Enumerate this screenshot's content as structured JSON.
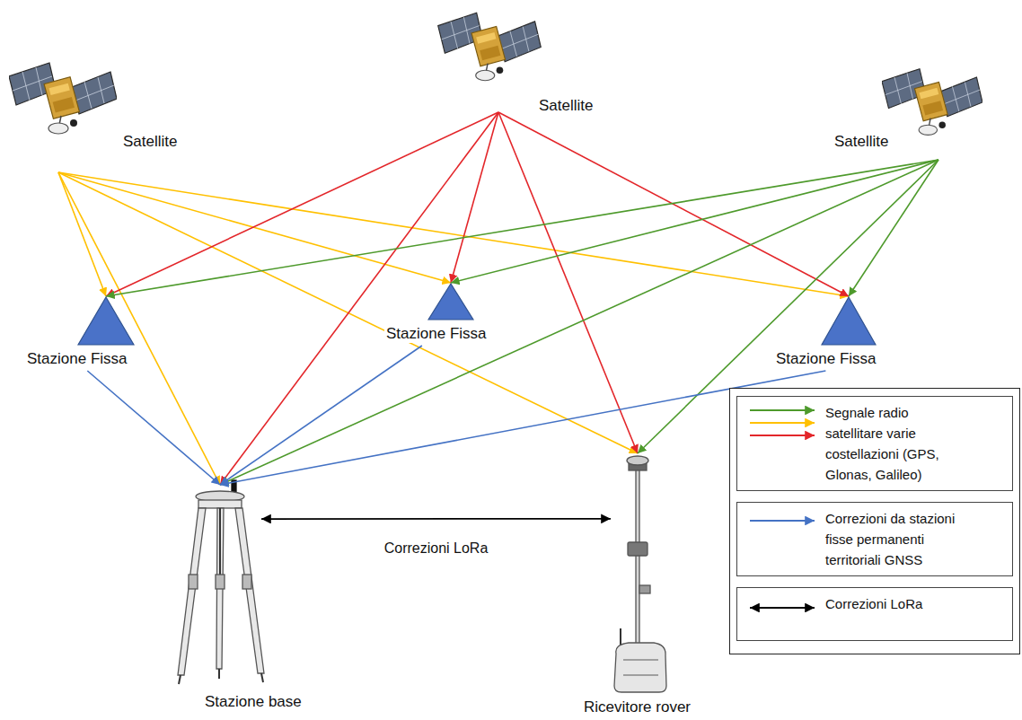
{
  "diagram": {
    "nodes": [
      {
        "text": [
          "Satellite"
        ]
      },
      {
        "text": [
          "Satellite"
        ]
      },
      {
        "text": [
          "Satellite"
        ]
      },
      {
        "text": [
          "Stazione Fissa"
        ]
      },
      {
        "text": [
          "Stazione Fissa"
        ]
      },
      {
        "text": [
          "Stazione Fissa"
        ]
      },
      {
        "text": [
          "Stazione base"
        ]
      },
      {
        "text": [
          "Ricevitore rover"
        ]
      }
    ],
    "edges": [
      {
        "from": 0,
        "to": 3,
        "arrow": "to"
      },
      {
        "from": 0,
        "to": 4,
        "arrow": "to"
      },
      {
        "from": 0,
        "to": 5,
        "arrow": "to"
      },
      {
        "from": 0,
        "to": 6,
        "arrow": "to"
      },
      {
        "from": 0,
        "to": 7,
        "arrow": "to"
      },
      {
        "from": 1,
        "to": 3,
        "arrow": "to"
      },
      {
        "from": 1,
        "to": 4,
        "arrow": "to"
      },
      {
        "from": 1,
        "to": 5,
        "arrow": "to"
      },
      {
        "from": 1,
        "to": 6,
        "arrow": "to"
      },
      {
        "from": 1,
        "to": 7,
        "arrow": "to"
      },
      {
        "from": 2,
        "to": 3,
        "arrow": "to"
      },
      {
        "from": 2,
        "to": 4,
        "arrow": "to"
      },
      {
        "from": 2,
        "to": 5,
        "arrow": "to"
      },
      {
        "from": 2,
        "to": 6,
        "arrow": "to"
      },
      {
        "from": 2,
        "to": 7,
        "arrow": "to"
      },
      {
        "from": 3,
        "to": 6,
        "arrow": "to"
      },
      {
        "from": 4,
        "to": 6,
        "arrow": "to"
      },
      {
        "from": 5,
        "to": 6,
        "arrow": "to"
      },
      {
        "from": 6,
        "to": 7,
        "label": "Correzioni LoRa",
        "arrow": "both"
      }
    ],
    "legend": [
      {
        "text": "Segnale radio satellitare varie costellazioni (GPS, Glonas, Galileo)"
      },
      {
        "text": "Correzioni da stazioni fisse permanenti territoriali GNSS"
      },
      {
        "text": "Correzioni LoRa"
      }
    ]
  }
}
